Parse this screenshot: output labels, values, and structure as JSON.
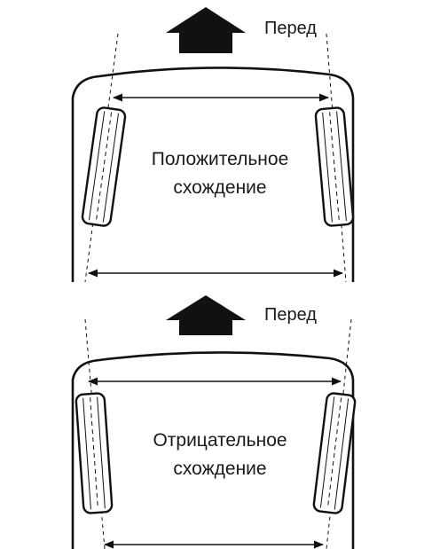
{
  "panels": [
    {
      "front_label": "Перед",
      "caption_line1": "Положительное",
      "caption_line2": "схождение"
    },
    {
      "front_label": "Перед",
      "caption_line1": "Отрицательное",
      "caption_line2": "схождение"
    }
  ],
  "colors": {
    "ink": "#111111",
    "background": "#ffffff"
  }
}
